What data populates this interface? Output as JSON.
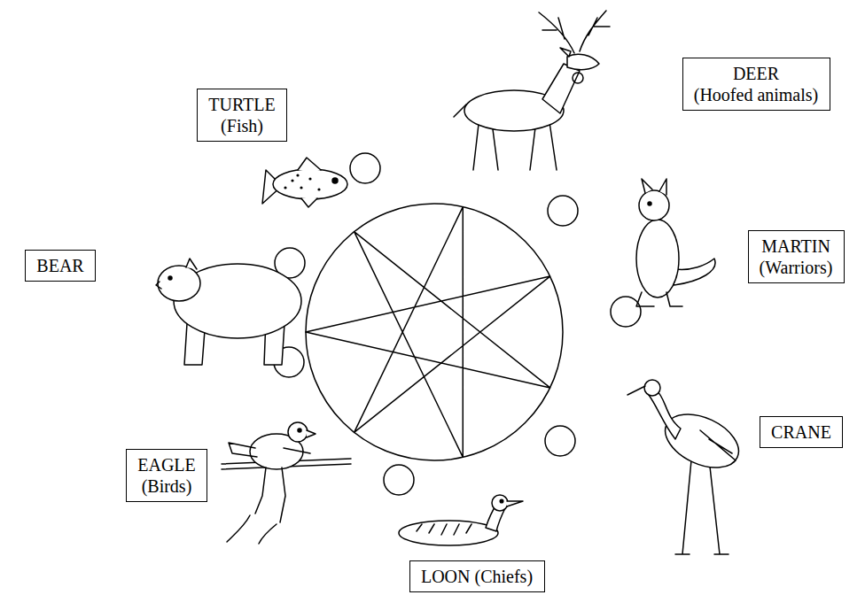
{
  "diagram": {
    "nodes": [
      {
        "text": [
          "TURTLE",
          "(Fish)"
        ]
      },
      {
        "text": [
          "DEER",
          "(Hoofed animals)"
        ]
      },
      {
        "text": [
          "MARTIN",
          "(Warriors)"
        ]
      },
      {
        "text": [
          "BEAR"
        ]
      },
      {
        "text": [
          "CRANE"
        ]
      },
      {
        "text": [
          "EAGLE",
          "(Birds)"
        ]
      },
      {
        "text": [
          "LOON (Chiefs)"
        ]
      }
    ]
  }
}
